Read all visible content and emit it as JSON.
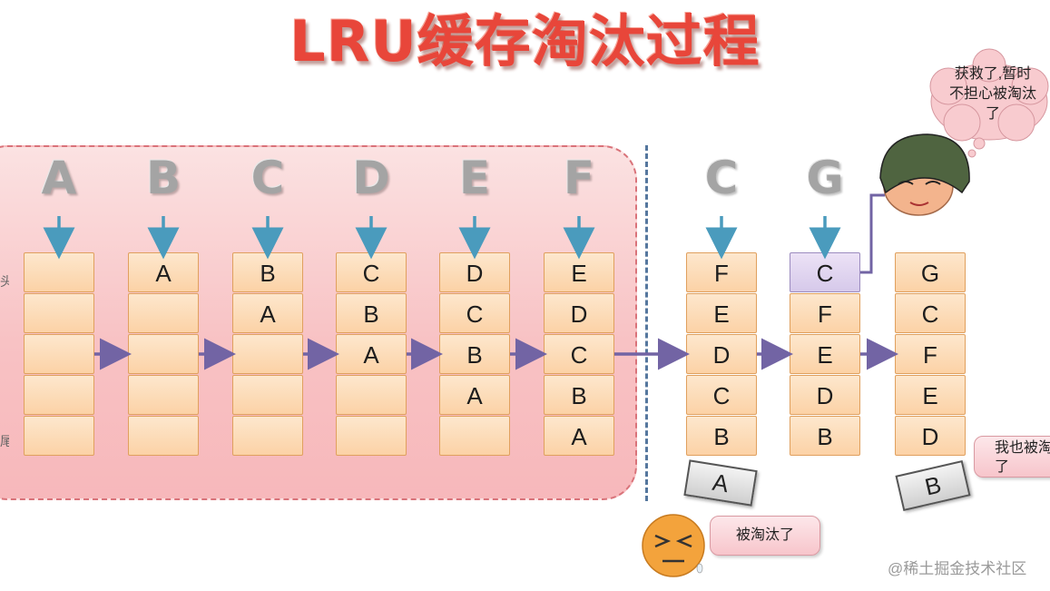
{
  "title": "LRU缓存淘汰过程",
  "side_labels": {
    "top": "头",
    "bottom": "尾"
  },
  "stacks": [
    {
      "input": "A",
      "cells": [
        "",
        "",
        "",
        "",
        ""
      ]
    },
    {
      "input": "B",
      "cells": [
        "A",
        "",
        "",
        "",
        ""
      ]
    },
    {
      "input": "C",
      "cells": [
        "B",
        "A",
        "",
        "",
        ""
      ]
    },
    {
      "input": "D",
      "cells": [
        "C",
        "B",
        "A",
        "",
        ""
      ]
    },
    {
      "input": "E",
      "cells": [
        "D",
        "C",
        "B",
        "A",
        ""
      ]
    },
    {
      "input": "F",
      "cells": [
        "E",
        "D",
        "C",
        "B",
        "A"
      ]
    },
    {
      "input": "C",
      "cells": [
        "F",
        "E",
        "D",
        "C",
        "B"
      ]
    },
    {
      "input": "G",
      "cells": [
        "C",
        "F",
        "E",
        "D",
        "B"
      ],
      "highlight_index": 0
    },
    {
      "input": "",
      "cells": [
        "G",
        "C",
        "F",
        "E",
        "D"
      ]
    }
  ],
  "evicted": [
    {
      "label": "A"
    },
    {
      "label": "B"
    }
  ],
  "bubbles": {
    "evicted_a": "被淘汰了",
    "evicted_b": "我也被淘汰了",
    "saved_c": "获救了,暂时不担心被淘汰了"
  },
  "watermark": "@稀土掘金技术社区",
  "colors": {
    "title": "#e8463a",
    "down_arrow": "#4a9bbd",
    "flow_arrow": "#7264a4",
    "cell": "#fcd2a6",
    "highlight": "#d6c9ea"
  },
  "icons": [
    "sad-face-icon",
    "helmet-face-icon",
    "thought-cloud-icon"
  ]
}
